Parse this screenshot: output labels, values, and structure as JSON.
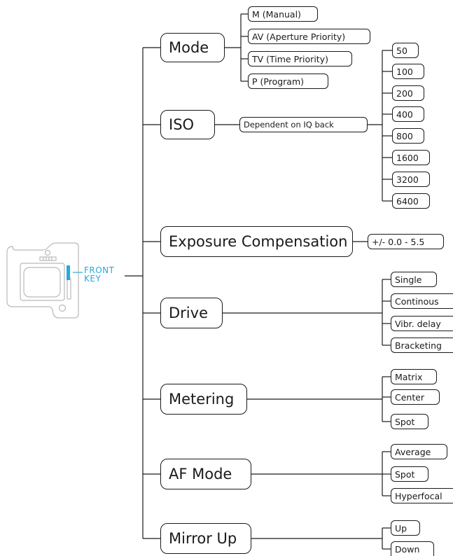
{
  "device": {
    "label_line1": "FRONT",
    "label_line2": "KEY",
    "accent_color": "#29a8e0"
  },
  "menu": {
    "mode": {
      "title": "Mode",
      "options": [
        "M (Manual)",
        "AV (Aperture Priority)",
        "TV (Time Priority)",
        "P (Program)"
      ]
    },
    "iso": {
      "title": "ISO",
      "note": "Dependent on IQ back",
      "options": [
        "50",
        "100",
        "200",
        "400",
        "800",
        "1600",
        "3200",
        "6400"
      ]
    },
    "exposure": {
      "title": "Exposure Compensation",
      "range": "+/- 0.0 - 5.5"
    },
    "drive": {
      "title": "Drive",
      "options": [
        "Single",
        "Continous",
        "Vibr. delay",
        "Bracketing"
      ]
    },
    "metering": {
      "title": "Metering",
      "options": [
        "Matrix",
        "Center",
        "Spot"
      ]
    },
    "af_mode": {
      "title": "AF Mode",
      "options": [
        "Average",
        "Spot",
        "Hyperfocal"
      ]
    },
    "mirror_up": {
      "title": "Mirror Up",
      "options": [
        "Up",
        "Down"
      ]
    }
  }
}
